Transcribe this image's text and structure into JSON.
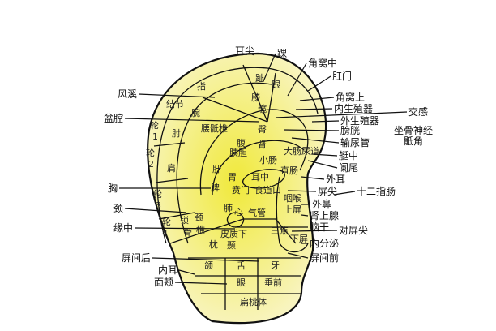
{
  "colors": {
    "ear_fill_outer": "#f8f4b8",
    "ear_fill_center": "#f0e93a",
    "outline": "#111111"
  },
  "external_labels": {
    "er_jian": "耳尖",
    "huai": "踝",
    "jiao_wo_zhong": "角窝中",
    "gang_men": "肛门",
    "jiao_wo_shang": "角窝上",
    "nei_sheng_zhi_qi": "内生殖器",
    "jiao_gan": "交感",
    "wai_sheng_zhi_qi": "外生殖器",
    "zuo_gu_shen_jing": "坐骨神经",
    "pang_guang": "膀胱",
    "shu_niao_guan": "输尿管",
    "di_jiao": "骶角",
    "ting_zhong": "艇中",
    "lan_wei": "阑尾",
    "wai_er": "外耳",
    "ping_jian": "屏尖",
    "shi_er_zhi_chang": "十二指肠",
    "wai_bi": "外鼻",
    "shen_shang_xian": "肾上腺",
    "nao_gan": "脑干",
    "dui_ping_jian": "对屏尖",
    "nei_fen_mi": "内分泌",
    "ping_jian_qian": "屏间前",
    "feng_xi": "风溪",
    "pen_qiang": "盆腔",
    "xiong": "胸",
    "jing": "颈",
    "yuan_zhong": "缘中",
    "ping_jian_hou": "屏间后",
    "nei_er": "内耳",
    "mian_jia": "面颊"
  },
  "internal_labels": {
    "zhi_toe": "趾",
    "gen": "跟",
    "zhi_finger": "指",
    "xi": "膝",
    "jie_jie": "结节",
    "wan": "腕",
    "kuan": "髋",
    "lun1": "轮",
    "lun1_num": "1",
    "zhou": "肘",
    "yao_di_zhui": "腰骶椎",
    "tun": "臀",
    "lun2": "轮",
    "lun2_num": "2",
    "jian": "肩",
    "fu": "腹",
    "yi_dan": "胰胆",
    "shen": "肾",
    "da_chang": "大肠",
    "niao_dao": "尿道",
    "xiao_chang": "小肠",
    "gan": "肝",
    "wei": "胃",
    "er_zhong": "耳中",
    "zhi_chang": "直肠",
    "pi": "脾",
    "ben_men": "贲门",
    "shi_dao": "食道",
    "kou": "口",
    "lun3": "轮",
    "lun3_num": "3",
    "fei": "肺",
    "xin": "心",
    "qi_guan": "气管",
    "yan_hou": "咽喉",
    "shang_ping": "上屏",
    "lun4": "轮",
    "lun4_num": "4",
    "suo": "锁",
    "gu": "骨",
    "jing_c": "颈",
    "zhui": "椎",
    "pi_zhi_xia": "皮质下",
    "zhen": "枕",
    "nie": "颞",
    "san_jiao": "三焦",
    "xia_ping": "下屏",
    "e": "颌",
    "she": "舌",
    "ya": "牙",
    "yan": "眼",
    "chui_qian": "垂前",
    "bian_tao_ti": "扁桃体"
  }
}
